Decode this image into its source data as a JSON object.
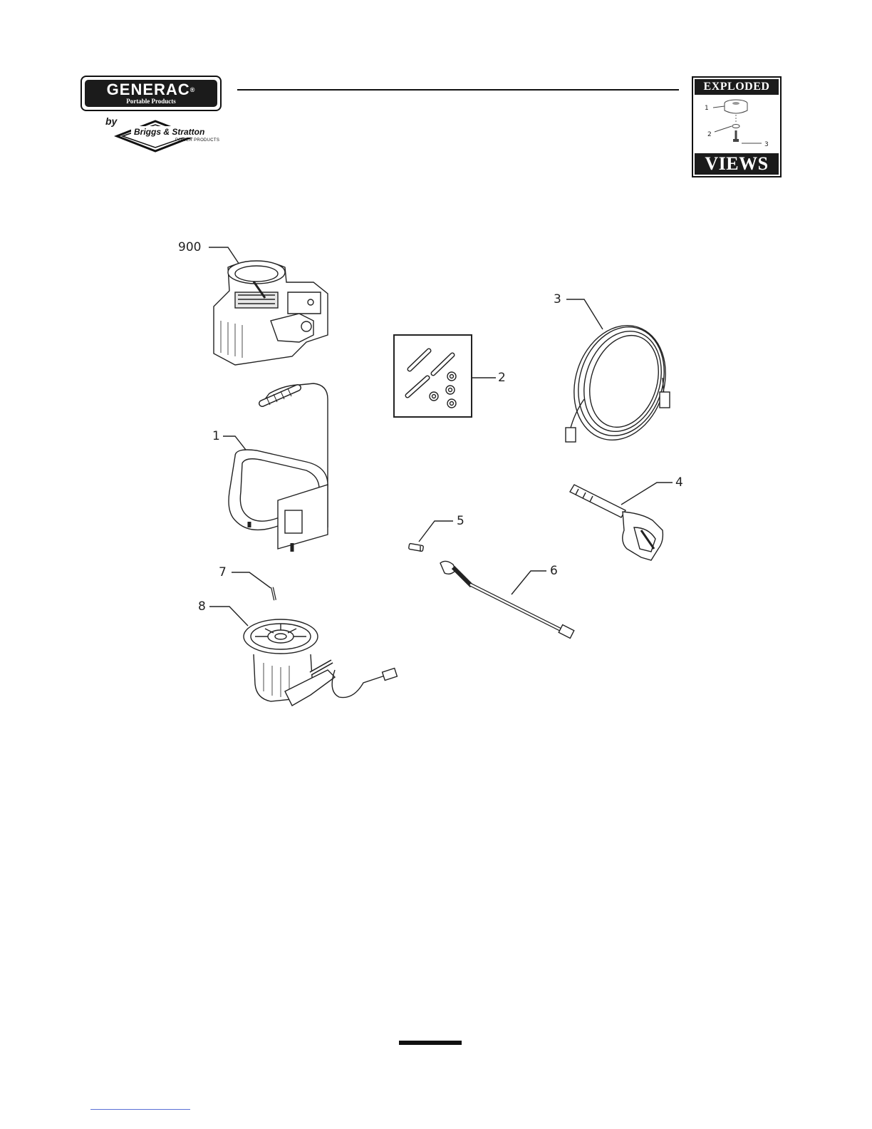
{
  "header": {
    "generac_brand": "GENERAC",
    "generac_reg": "®",
    "generac_tagline": "Portable Products",
    "by_label": "by",
    "briggs_name": "Briggs & Stratton",
    "briggs_sub": "POWER PRODUCTS"
  },
  "badge": {
    "top_label": "EXPLODED",
    "bottom_label": "VIEWS",
    "mini_callouts": [
      "1",
      "2",
      "3"
    ]
  },
  "callouts": {
    "c900": "900",
    "c1": "1",
    "c2": "2",
    "c3": "3",
    "c4": "4",
    "c5": "5",
    "c6": "6",
    "c7": "7",
    "c8": "8"
  }
}
